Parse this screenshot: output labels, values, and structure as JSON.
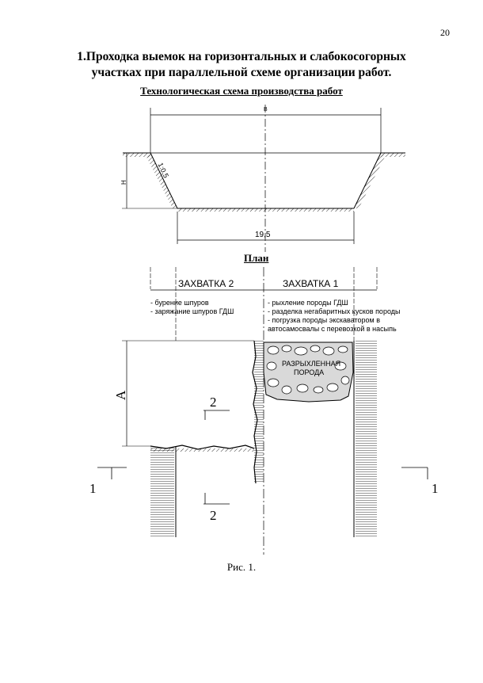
{
  "page_number": "20",
  "title_line1": "1.Проходка выемок на горизонтальных и слабокосогорных",
  "title_line2": "участках при параллельной схеме организации работ.",
  "subtitle": "Технологическая схема производства работ",
  "cross_section": {
    "width_label": "B",
    "height_label": "H",
    "slope_label": "1:0,5",
    "bottom_width_label": "19,5"
  },
  "plan_title": "План",
  "zone2": {
    "label": "ЗАХВАТКА 2",
    "tasks": [
      "- бурение шпуров",
      "- заряжание шпуров ГДШ"
    ]
  },
  "zone1": {
    "label": "ЗАХВАТКА 1",
    "tasks": [
      "- рыхление породы ГДШ",
      "- разделка негабаритных кусков породы",
      "- погрузка породы экскаватором в",
      "автосамосвалы с перевозкой в насыпь"
    ]
  },
  "loosened_rock_line1": "РАЗРЫХЛЕННАЯ",
  "loosened_rock_line2": "ПОРОДА",
  "dimension_A": "A",
  "section_1_label": "1",
  "section_2_label": "2",
  "figure_caption": "Рис. 1."
}
